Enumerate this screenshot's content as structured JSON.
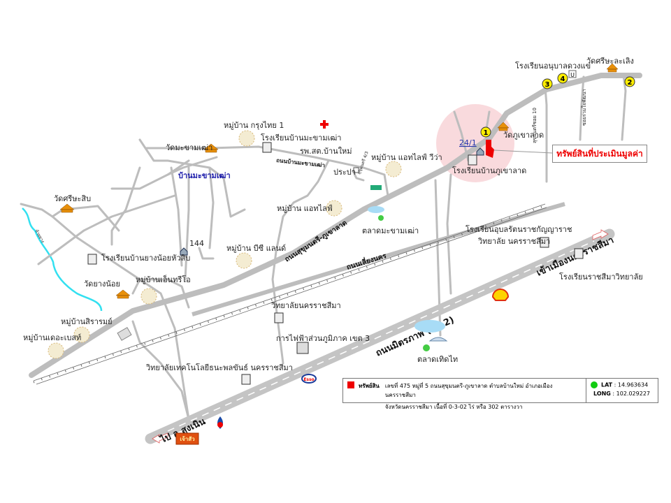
{
  "property_label": "ทรัพย์สินที่ประเมินมูลค่า",
  "property_number": "24/1",
  "house_number": "144",
  "markers": [
    "1",
    "2",
    "3",
    "4"
  ],
  "u_turn_label": "U",
  "roads": {
    "sukhumontri": "ถนนสุขุมนตรี-ภูเขาลาด",
    "mittraphap": "ถนนมิตรภาพ (ทล.2)",
    "bypass": "ถนนเลี่ยงนคร",
    "ban_makham": "ถนนบ้านมะขามเฒ่า",
    "to_city": "เข้าเมืองนครราชสีมา",
    "to_sung_noen": "ไป อ.สูงเนิน",
    "soi_10": "สุขุมนตรีซอย 10",
    "soi_ruam": "ซอยร่วมใจพัฒนา",
    "soi_small": "สุขุมนตรี 4/3"
  },
  "places": {
    "wat_sri_lasoeng": "วัดศรีษะละเลิง",
    "anuban_school": "โรงเรียนอนุบาลดวงแข",
    "wat_phu_khao_lat": "วัดภูเขาลาด",
    "phu_khao_lat_school": "โรงเรียนบ้านภูเขาลาด",
    "village_krungthai": "หมู่บ้าน กรุงไทย 1",
    "makham_school": "โรงเรียนบ้านมะขามเฒ่า",
    "wat_makham": "วัดมะขามเฒ่า",
    "ban_makham": "บ้านมะขามเฒ่า",
    "health_center": "รพ.สต.บ้านใหม่",
    "water_works": "ประปา",
    "village_atlife_viva": "หมู่บ้าน แอทไลฟ์ วีว่า",
    "village_atlife": "หมู่บ้าน แอทไลฟ์",
    "makham_market": "ตลาดมะขามเฒ่า",
    "wat_sri_sa_sip": "วัดศรีษะสิบ",
    "yang_noi_school": "โรงเรียนบ้านยางน้อยหัวสิบ",
    "village_bc_land": "หมู่บ้าน บีซี แลนด์",
    "wat_yang_noi": "วัดยางน้อย",
    "village_n3o": "หมู่บ้านเอ็นทรีโอ",
    "village_sirarom": "หมู่บ้านสิรารมย์",
    "village_the_best": "หมู่บ้านเดอะเบสท์",
    "ubon_school": "โรงเรียนอุบลรัตนราชกัญญาราช",
    "ubon_school_2": "วิทยาลัย นครราชสีมา",
    "ratchasima_school": "โรงเรียนราชสีมาวิทยาลัย",
    "nakhon_college": "วิทยาลัยนครราชสีมา",
    "pea": "การไฟฟ้าส่วนภูมิภาค เขต 3",
    "hat_yai_market": "ตลาดเทิดไท",
    "tech_college": "วิทยาลัยเทคโนโลยีธนะพลขันธ์ นครราชสีมา",
    "stream": "ห้วยยาง",
    "esso": "Esso",
    "shrine": "เจ้าสัว"
  },
  "legend": {
    "title": "ทรัพย์สิน",
    "line1": "เลขที่ 475 หมู่ที่ 5 ถนนสุขุมนตรี-ภูเขาลาด ตำบลบ้านใหม่ อำเภอเมืองนครราชสีมา",
    "line2": "จังหวัดนครราชสีมา เนื้อที่ 0-3-02 ไร่ หรือ 302 ตารางวา",
    "lat_label": "LAT",
    "lat": "14.963634",
    "long_label": "LONG",
    "long": "102.029227"
  },
  "colors": {
    "property": "#e00000",
    "road": "#bdbdbd",
    "highlight": "#f7d6d9",
    "marker": "#ffee00",
    "gps": "#22cc22"
  }
}
